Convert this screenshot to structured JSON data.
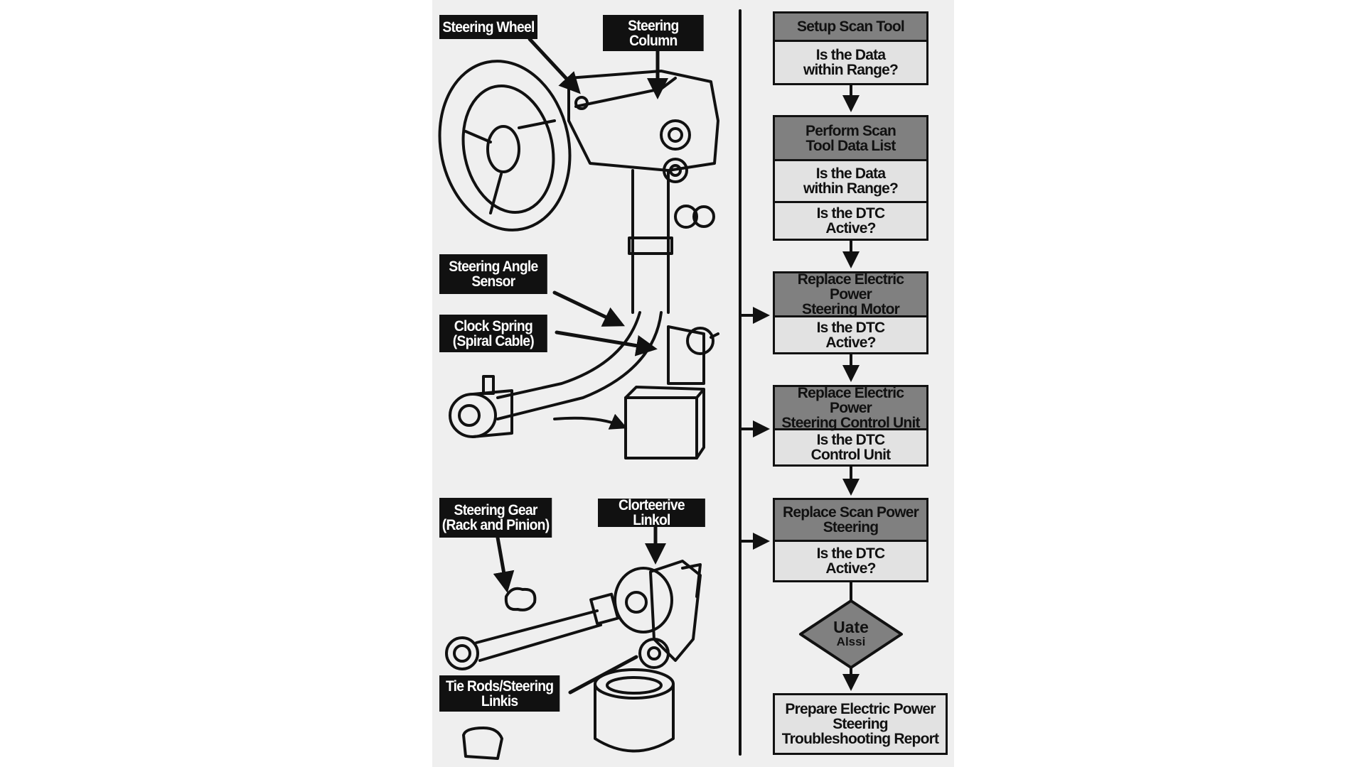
{
  "colors": {
    "panel_bg": "#efefef",
    "label_bg": "#111111",
    "flow_header": "#808080",
    "flow_row": "#e2e2e2"
  },
  "labels": {
    "steering_wheel": "Steering Wheel",
    "steering_column": [
      "Steering",
      "Column"
    ],
    "angle_sensor": [
      "Steering Angle",
      "Sensor"
    ],
    "clock_spring": [
      "Clock Spring",
      "(Spiral Cable)"
    ],
    "steering_gear": [
      "Steering Gear",
      "(Rack and Pinion)"
    ],
    "linkol": "Clorteerive Linkol",
    "tie_rods": [
      "Tie Rods/Steering",
      "Linkis"
    ]
  },
  "flowchart": {
    "step1": {
      "header": "Setup Scan Tool",
      "rows": [
        [
          "Is the Data",
          "within Range?"
        ]
      ]
    },
    "step2": {
      "header": [
        "Perform Scan",
        "Tool Data List"
      ],
      "rows": [
        [
          "Is the Data",
          "within Range?"
        ],
        [
          "Is the DTC",
          "Active?"
        ]
      ]
    },
    "step3": {
      "header": [
        "Replace Electric Power",
        "Steering Motor"
      ],
      "rows": [
        [
          "Is the DTC",
          "Active?"
        ]
      ]
    },
    "step4": {
      "header": [
        "Replace Electric Power",
        "Steering Control Unit"
      ],
      "rows": [
        [
          "Is the DTC",
          "Control Unit"
        ]
      ]
    },
    "step5": {
      "header": [
        "Replace Scan Power",
        "Steering"
      ],
      "rows": [
        [
          "Is the DTC",
          "Active?"
        ]
      ]
    },
    "decision": [
      "Uate",
      "Alssi"
    ],
    "final": [
      "Prepare Electric Power",
      "Steering",
      "Troubleshooting Report"
    ]
  }
}
